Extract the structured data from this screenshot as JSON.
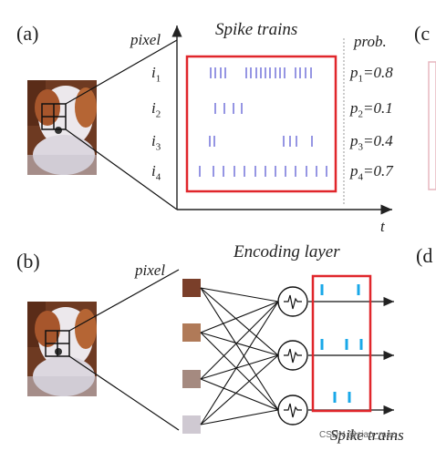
{
  "panel_a": {
    "label": "(a)",
    "title": "Spike trains",
    "pixel_label": "pixel",
    "prob_label": "prob.",
    "time_label": "t",
    "rows": [
      {
        "pixel": "i",
        "sub": "1",
        "prob_var": "p",
        "prob_sub": "1",
        "prob_value": "=0.8"
      },
      {
        "pixel": "i",
        "sub": "2",
        "prob_var": "p",
        "prob_sub": "2",
        "prob_value": "=0.1"
      },
      {
        "pixel": "i",
        "sub": "3",
        "prob_var": "p",
        "prob_sub": "3",
        "prob_value": "=0.4"
      },
      {
        "pixel": "i",
        "sub": "4",
        "prob_var": "p",
        "prob_sub": "4",
        "prob_value": "=0.7"
      }
    ]
  },
  "panel_b": {
    "label": "(b)",
    "title": "Encoding layer",
    "pixel_label": "pixel",
    "output_label": "Spike trains"
  },
  "panel_c": {
    "label": "(c"
  },
  "panel_d": {
    "label": "(d"
  },
  "watermark": "CSDN @ciao_mao",
  "colors": {
    "spike_a": "#7b7bdc",
    "spike_b": "#1aa8e8",
    "highlight_box": "#e0262b",
    "axis": "#222222"
  }
}
